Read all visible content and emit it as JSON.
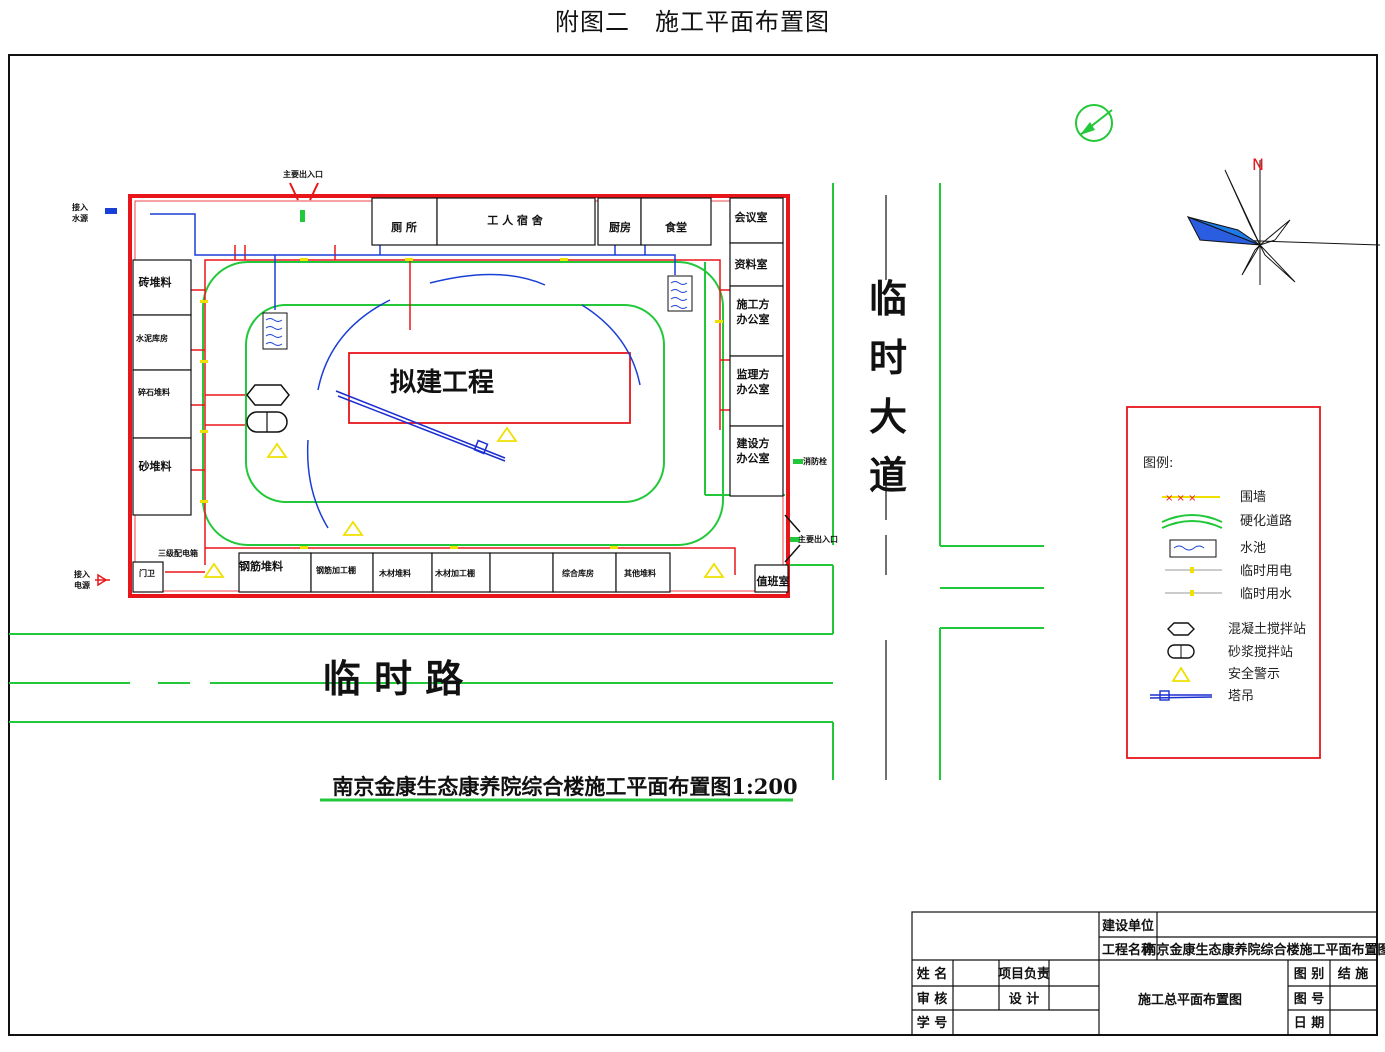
{
  "page_title": "附图二　施工平面布置图",
  "drawing_title": "南京金康生态康养院综合楼施工平面布置图1:200",
  "site": {
    "proposed_building": "拟建工程",
    "top_rooms": [
      "厕 所",
      "工 人 宿 舍",
      "厨房",
      "食堂"
    ],
    "right_rooms": [
      "会议室",
      "资料室",
      "施工方\n办公室",
      "监理方\n办公室",
      "建设方\n办公室"
    ],
    "left_rooms": [
      "砖堆料",
      "水泥库房",
      "碎石堆料",
      "砂堆料"
    ],
    "bottom_rooms": [
      "门卫",
      "钢筋堆料",
      "钢筋加工棚",
      "木材堆料",
      "木材加工棚",
      "",
      "综合库房",
      "其他堆料"
    ],
    "guard_room": "值班室",
    "gate_top": "主要出入口",
    "gate_right": "主要出入口",
    "water_in": "接入\n水源",
    "power_in": "接入\n电源",
    "distribution_box": "三级配电箱",
    "fire_hydrant": "消防栓"
  },
  "roads": {
    "temp_avenue": "临时大道",
    "temp_road": "临 时 路"
  },
  "north_label": "N",
  "legend": {
    "title": "图例:",
    "items": [
      {
        "icon": "fence-symbol",
        "label": "围墙"
      },
      {
        "icon": "hard-road-symbol",
        "label": "硬化道路"
      },
      {
        "icon": "water-pool-symbol",
        "label": "水池"
      },
      {
        "icon": "temp-power-symbol",
        "label": "临时用电"
      },
      {
        "icon": "temp-water-symbol",
        "label": "临时用水"
      },
      {
        "icon": "concrete-mixer-symbol",
        "label": "混凝土搅拌站"
      },
      {
        "icon": "mortar-mixer-symbol",
        "label": "砂浆搅拌站"
      },
      {
        "icon": "warning-triangle-symbol",
        "label": "安全警示"
      },
      {
        "icon": "tower-crane-symbol",
        "label": "塔吊"
      }
    ]
  },
  "title_block": {
    "owner_label": "建设单位",
    "project_label": "工程名称",
    "project_value": "南京金康生态康养院综合楼施工平面布置图",
    "name_label": "姓 名",
    "review_label": "审 核",
    "student_no_label": "学 号",
    "pm_label": "项目负责",
    "design_label": "设 计",
    "drawing_name": "施工总平面布置图",
    "category_label": "图 别",
    "category_value": "结 施",
    "number_label": "图 号",
    "date_label": "日 期"
  },
  "colors": {
    "fence": "#e8161b",
    "road": "#22c83a",
    "water": "#1a3fd6",
    "warning": "#f0e000",
    "crane": "#1b2ecf"
  }
}
